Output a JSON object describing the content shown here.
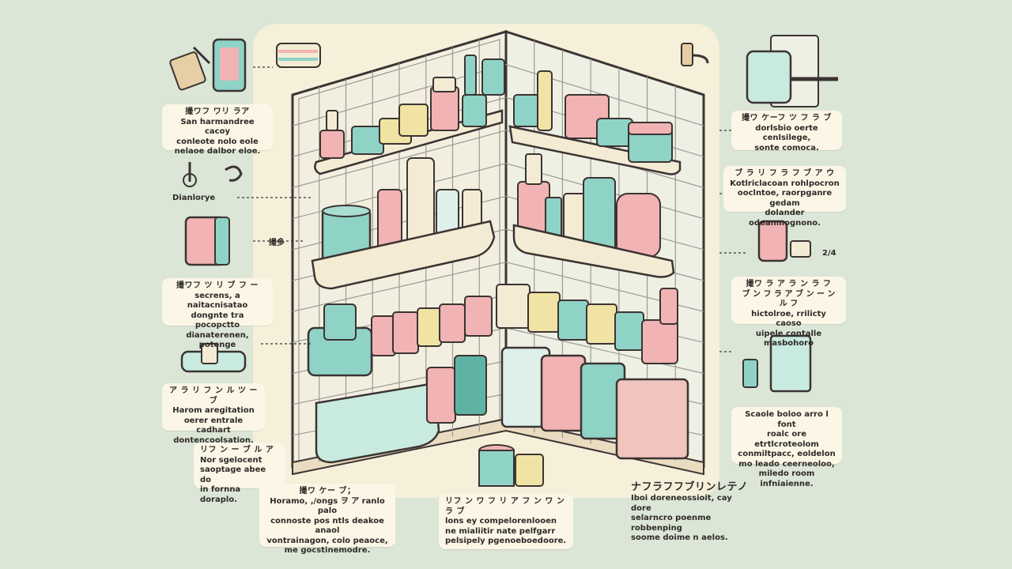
{
  "colors": {
    "background": "#dbe6d6",
    "panel": "#fbf6e6",
    "tile_wall": "#f2efdf",
    "outline": "#3b3433",
    "mint": "#8fd3c6",
    "pink": "#f1b3b3",
    "yellow": "#f1e3a3",
    "cream": "#f3ebd3"
  },
  "labels": {
    "top_left": {
      "heading": "撮ワフ ワリ ラア",
      "line1": "San harmandree cacoy",
      "line2": "conleote nolo eole",
      "line3": "nelaoe dalbor eloe."
    },
    "dianlorye": "Dianlorye",
    "towel_tag": "撮多",
    "mid_left": {
      "heading": "撮ワフ ツ リ ブ フ ー",
      "line1": "secrens, a naitacnisatao",
      "line2": "dongnte tra pocopctto",
      "line3": "dianaterenen, potenge"
    },
    "lower_left": {
      "heading": "ア ラ リ フ ン ル ツ ー ブ",
      "line1": "Harom aregitation",
      "line2": "oerer entrale cadhart",
      "line3": "dontencoolsation."
    },
    "small_left": {
      "heading": "リフ ン ー ブ ル ア",
      "line1": "Nor sgelocent",
      "line2": "saoptage abee do",
      "line3": "in fornna doraplo."
    },
    "bottom_left": {
      "heading": "撮ワ ケー ブ；",
      "line1": "Horamo, ,/ongs ヲ ア ranlo palo",
      "line2": "connoste pos ntls deakoe anaol",
      "line3": "vontrainagon, colo peaoce,",
      "line4": "me gocstinemodre."
    },
    "bottom_center": {
      "heading": "リフ ン ワ フ リ ア フ ン ワ ン ラ ブ",
      "line1": "lons ey compelorenlooen",
      "line2": "ne mialiitir nate pelfgarr",
      "line3": "pelsipely pgenoeboedoore."
    },
    "bottom_right": {
      "heading": "ナフラフフブリンレテノ",
      "line1": "Iboi doreneossioit, cay dore",
      "line2": "selarncro poenme robbenping",
      "line3": "soome doime n aelos."
    },
    "top_right": {
      "heading": "撮ワ ケーフ ツ フ ラ ブ",
      "line1": "dorlsbio oerte cenlsilege,",
      "line2": "sonte comoca."
    },
    "upper_right": {
      "heading": "ブ ラ リ フ ラ フ ブ ア ウ",
      "line1": "Kotlriclacoan rohlpocron",
      "line2": "ooclntoe, raorpganre gedam",
      "line3": "dolander odeanmognono."
    },
    "tag_2b": "2/4",
    "mid_right": {
      "heading": "撮ワ ラ ア ラ ン ラ フ",
      "line1": "ブ ン フ ラ ア ブ ン ー ン ル フ",
      "line2": "hictolroe, rrilicty caoso",
      "line3": "uipele contalle masbohoro"
    },
    "lower_right": {
      "line1": "Scaole boloo arro l font",
      "line2": "roalc ore etrtlcroteolom",
      "line3": "conmiltpacc, eoldelon",
      "line4": "mo leado ceerneoloo,",
      "line5": "miledo room infniaienne."
    }
  }
}
